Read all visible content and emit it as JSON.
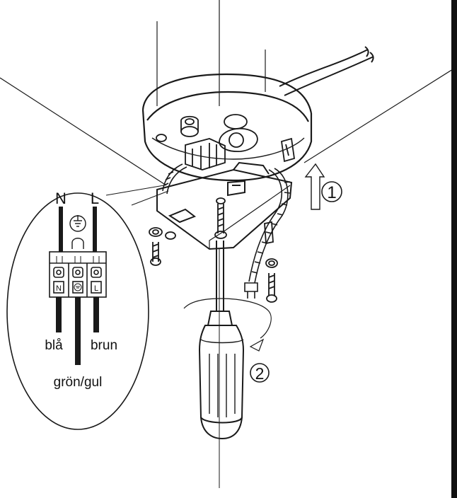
{
  "terminal": {
    "neutral_letter": "N",
    "line_letter": "L",
    "block_left": "N",
    "block_right": "L",
    "wire_blue": "blå",
    "wire_brown": "brun",
    "wire_earth": "grön/gul"
  },
  "steps": {
    "step1": "1",
    "step2": "2"
  },
  "colors": {
    "line": "#1a1a1a",
    "background": "#ffffff"
  }
}
